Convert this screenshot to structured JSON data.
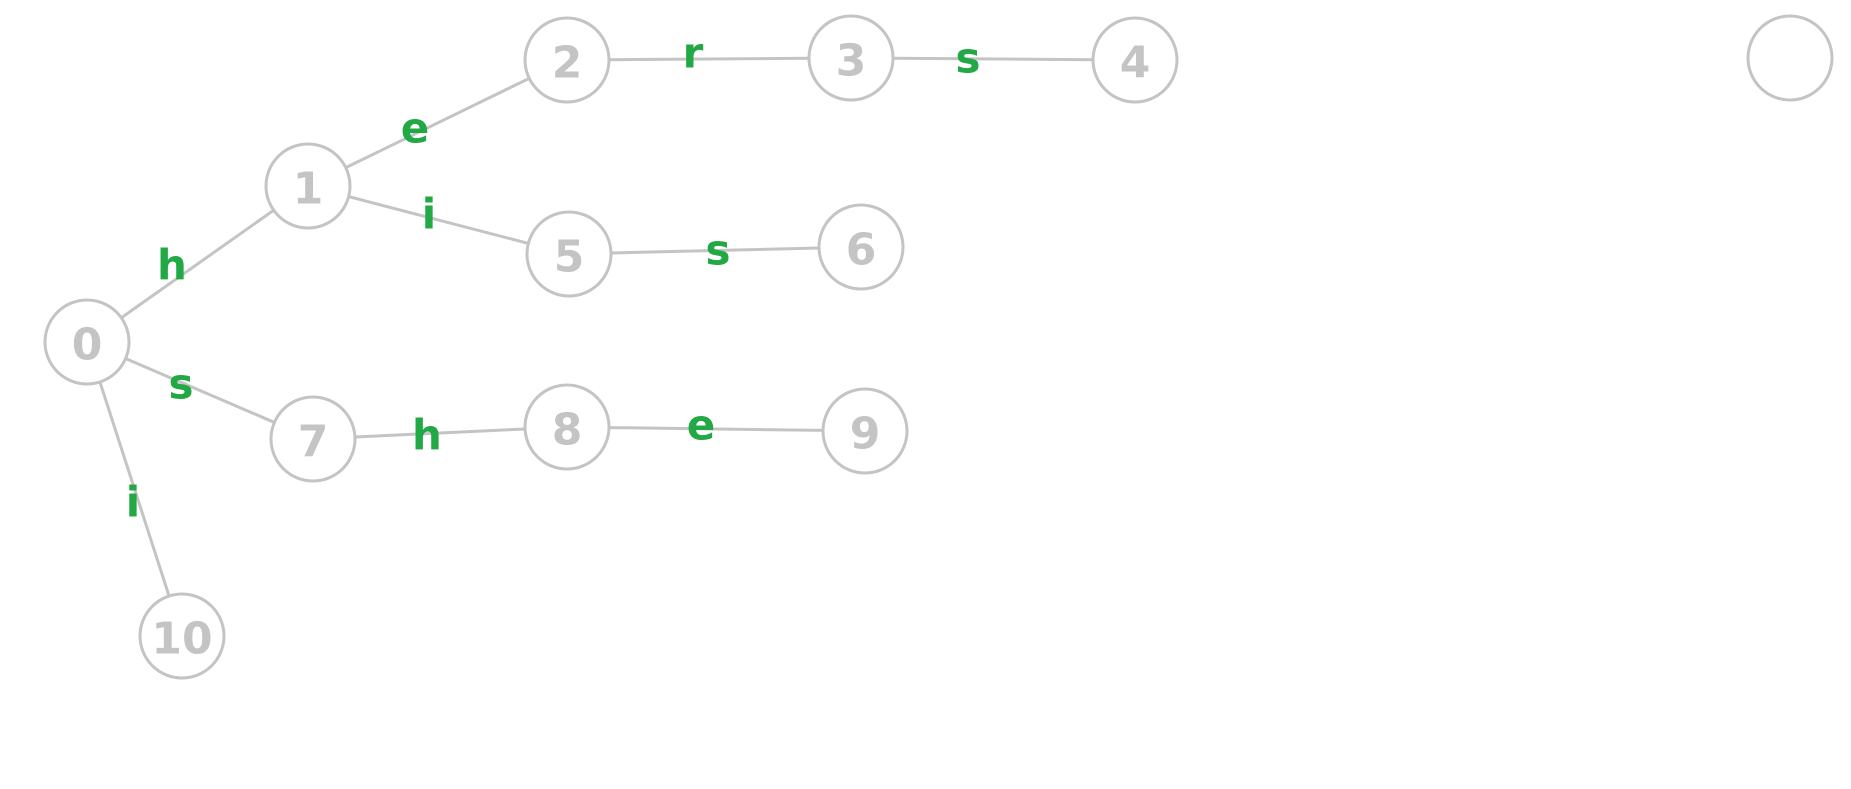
{
  "colors": {
    "node_stroke": "#c4c4c4",
    "node_text": "#c4c4c4",
    "edge_line": "#c4c4c4",
    "edge_label": "#22a845",
    "background": "#ffffff"
  },
  "nodes": [
    {
      "id": "n0",
      "label": "0"
    },
    {
      "id": "n1",
      "label": "1"
    },
    {
      "id": "n2",
      "label": "2"
    },
    {
      "id": "n3",
      "label": "3"
    },
    {
      "id": "n4",
      "label": "4"
    },
    {
      "id": "n5",
      "label": "5"
    },
    {
      "id": "n6",
      "label": "6"
    },
    {
      "id": "n7",
      "label": "7"
    },
    {
      "id": "n8",
      "label": "8"
    },
    {
      "id": "n9",
      "label": "9"
    },
    {
      "id": "n10",
      "label": "10"
    },
    {
      "id": "n-empty",
      "label": ""
    }
  ],
  "edges": [
    {
      "from": "n0",
      "to": "n1",
      "label": "h"
    },
    {
      "from": "n1",
      "to": "n2",
      "label": "e"
    },
    {
      "from": "n2",
      "to": "n3",
      "label": "r"
    },
    {
      "from": "n3",
      "to": "n4",
      "label": "s"
    },
    {
      "from": "n1",
      "to": "n5",
      "label": "i"
    },
    {
      "from": "n5",
      "to": "n6",
      "label": "s"
    },
    {
      "from": "n0",
      "to": "n7",
      "label": "s"
    },
    {
      "from": "n7",
      "to": "n8",
      "label": "h"
    },
    {
      "from": "n8",
      "to": "n9",
      "label": "e"
    },
    {
      "from": "n0",
      "to": "n10",
      "label": "i"
    }
  ]
}
